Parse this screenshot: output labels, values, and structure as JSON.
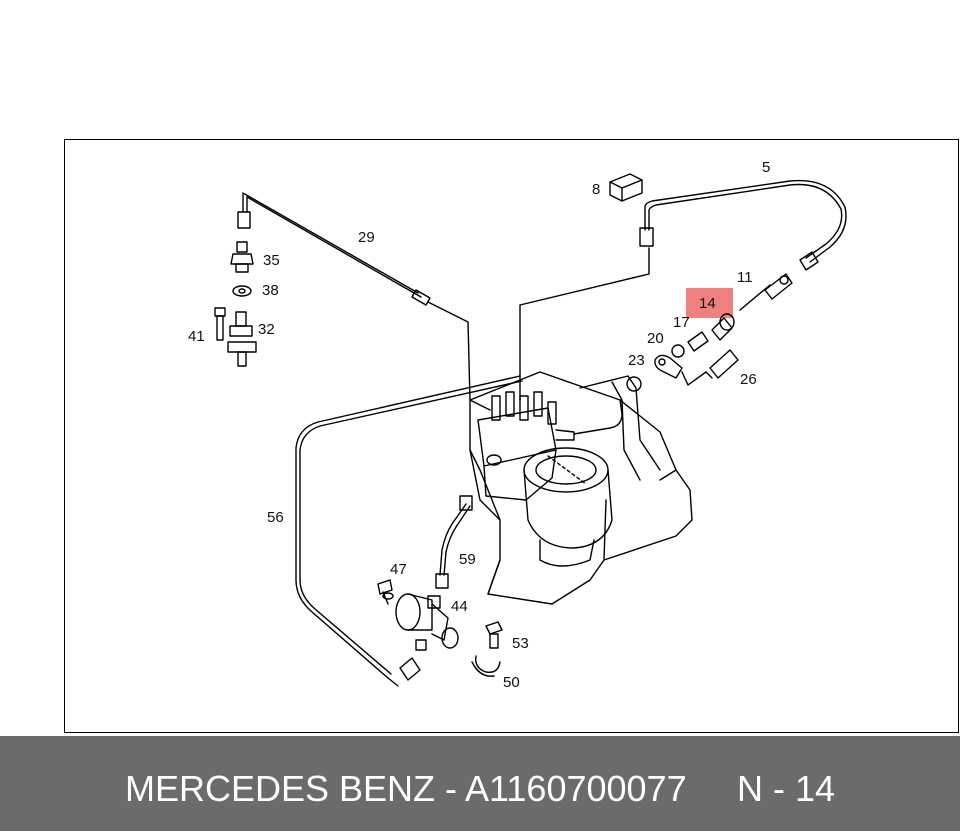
{
  "diagram": {
    "highlight_color": "#f08080",
    "highlighted_part": "14",
    "callouts": [
      "5",
      "8",
      "11",
      "14",
      "17",
      "20",
      "23",
      "26",
      "29",
      "32",
      "35",
      "38",
      "41",
      "44",
      "47",
      "50",
      "53",
      "56",
      "59"
    ]
  },
  "footer": {
    "title": "MERCEDES BENZ - A1160700077",
    "label": "N - 14"
  }
}
